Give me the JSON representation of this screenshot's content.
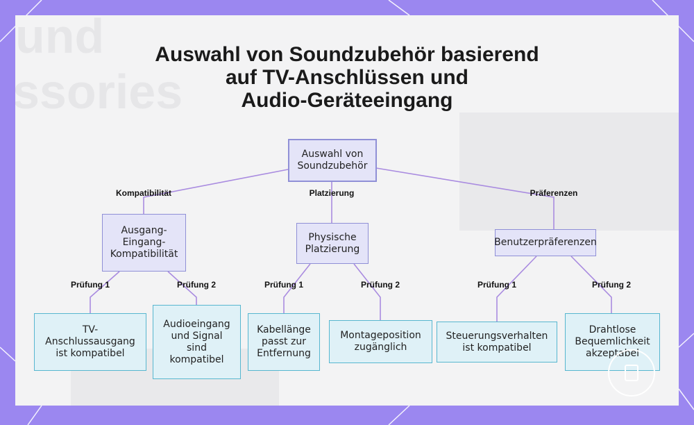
{
  "title_lines": [
    "Auswahl von Soundzubehör basierend",
    "auf TV-Anschlüssen und",
    "Audio-Geräteeingang"
  ],
  "root": "Auswahl von Soundzubehör",
  "branches": [
    {
      "edge_label": "Kompatibilität",
      "node": "Ausgang-Eingang-Kompatibilität",
      "checks": [
        {
          "edge_label": "Prüfung 1",
          "node": "TV-Anschlussausgang ist kompatibel"
        },
        {
          "edge_label": "Prüfung 2",
          "node": "Audioeingang und Signal sind kompatibel"
        }
      ]
    },
    {
      "edge_label": "Platzierung",
      "node": "Physische Platzierung",
      "checks": [
        {
          "edge_label": "Prüfung 1",
          "node": "Kabellänge passt zur Entfernung"
        },
        {
          "edge_label": "Prüfung 2",
          "node": "Montageposition zugänglich"
        }
      ]
    },
    {
      "edge_label": "Präferenzen",
      "node": "Benutzerpräferenzen",
      "checks": [
        {
          "edge_label": "Prüfung 1",
          "node": "Steuerungsverhalten ist kompatibel"
        },
        {
          "edge_label": "Prüfung 2",
          "node": "Drahtlose Bequemlichkeit akzeptabel"
        }
      ]
    }
  ],
  "colors": {
    "frame": "#9b87f0",
    "panel": "#f3f3f4",
    "edge": "#a98be0",
    "node_fill": "#e4e4f8",
    "node_border": "#8f8fd6",
    "leaf_fill": "#dff1f7",
    "leaf_border": "#57b6cf"
  }
}
